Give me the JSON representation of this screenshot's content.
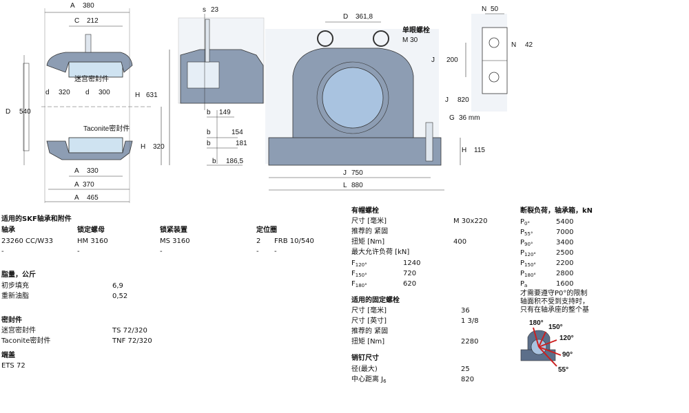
{
  "dims": {
    "a2": "380",
    "ca": "212",
    "db": "320",
    "da_small": "300",
    "da": "540",
    "h": "631",
    "h1": "320",
    "a1": "330",
    "a": "370",
    "a3": "465",
    "s": "23",
    "bb": "149",
    "ba_min": "154",
    "ba_max": "181",
    "bc": "186,5",
    "db_big": "361,8",
    "eyebolt_title": "单眼螺栓",
    "eyebolt_size": "M 30",
    "j1": "200",
    "j6": "820",
    "g": "36 mm",
    "h2": "115",
    "j": "750",
    "l": "880",
    "n": "50",
    "n1": "42",
    "seal_labyrinth": "迷宫密封件",
    "seal_taconite": "Taconite密封件"
  },
  "col1": {
    "title": "适用的SKF轴承和附件",
    "headers": [
      "轴承",
      "锁定螺母",
      "锁紧装置",
      "定位圈"
    ],
    "rows": [
      [
        "23260 CC/W33",
        "HM 3160",
        "MS 3160",
        "2",
        "FRB 10/540"
      ],
      [
        "-",
        "-",
        "-",
        "-",
        "-"
      ]
    ],
    "grease_title": "脂量，公斤",
    "grease": [
      [
        "初步填充",
        "6,9"
      ],
      [
        "重新油脂",
        "0,52"
      ]
    ],
    "seals_title": "密封件",
    "seals": [
      [
        "迷宫密封件",
        "TS 72/320"
      ],
      [
        "Taconite密封件",
        "TNF 72/320"
      ]
    ],
    "endcover_title": "端盖",
    "endcover": "ETS 72"
  },
  "col2": {
    "cap_title": "有帽螺栓",
    "cap_rows": [
      [
        "尺寸 [毫米]",
        "M 30x220"
      ],
      [
        "推荐的 紧固",
        ""
      ],
      [
        "扭矩 [Nm]",
        "400"
      ],
      [
        "最大允许负荷 [kN]",
        ""
      ]
    ],
    "loads": [
      [
        "F",
        "120°",
        "1240"
      ],
      [
        "F",
        "150°",
        "720"
      ],
      [
        "F",
        "180°",
        "620"
      ]
    ],
    "fix_title": "适用的固定螺栓",
    "fix_rows": [
      [
        "尺寸 [毫米]",
        "36"
      ],
      [
        "尺寸 [英寸]",
        "1 3/8"
      ],
      [
        "推荐的 紧固",
        ""
      ],
      [
        "扭矩 [Nm]",
        "2280"
      ]
    ],
    "dowel_title": "销钉尺寸",
    "dowel_rows": [
      [
        "径(最大)",
        "25"
      ],
      [
        "中心距离 J",
        "820"
      ]
    ],
    "dowel_sub": "6"
  },
  "col3": {
    "title": "断裂负荷，轴承箱，kN",
    "loads": [
      [
        "P",
        "0°",
        "5400"
      ],
      [
        "P",
        "55°",
        "7000"
      ],
      [
        "P",
        "90°",
        "3400"
      ],
      [
        "P",
        "120°",
        "2500"
      ],
      [
        "P",
        "150°",
        "2200"
      ],
      [
        "P",
        "180°",
        "2800"
      ],
      [
        "P",
        "a",
        "1600"
      ]
    ],
    "note": [
      "才需要遵守P0°的限制",
      "轴面积不受到支持时，",
      "只有在轴承座的整个基"
    ],
    "angles": [
      "180°",
      "150°",
      "120°",
      "90°",
      "55°"
    ]
  },
  "colors": {
    "housing": "#8d9db3",
    "housing_dark": "#5c6f8a",
    "bearing": "#cfe3f1",
    "shaft": "#a9c3e0",
    "red": "#cc1f1f"
  }
}
